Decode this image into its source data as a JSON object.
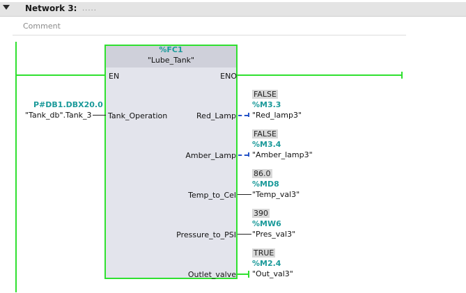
{
  "network": {
    "title": "Network 3:",
    "dots": ".....",
    "comment_placeholder": "Comment"
  },
  "block": {
    "address": "%FC1",
    "name": "\"Lube_Tank\"",
    "en": "EN",
    "eno": "ENO",
    "input_pin": "Tank_Operation",
    "input_address": "P#DB1.DBX20.0",
    "input_symbol": "\"Tank_db\".Tank_3"
  },
  "outputs": [
    {
      "pin": "Red_Lamp",
      "value": "FALSE",
      "address": "%M3.3",
      "symbol": "\"Red_lamp3\""
    },
    {
      "pin": "Amber_Lamp",
      "value": "FALSE",
      "address": "%M3.4",
      "symbol": "\"Amber_lamp3\""
    },
    {
      "pin": "Temp_to_Cel",
      "value": "86.0",
      "address": "%MD8",
      "symbol": "\"Temp_val3\""
    },
    {
      "pin": "Pressure_to_PSI",
      "value": "390",
      "address": "%MW6",
      "symbol": "\"Pres_val3\""
    },
    {
      "pin": "Outlet_valve",
      "value": "TRUE",
      "address": "%M2.4",
      "symbol": "\"Out_val3\""
    }
  ],
  "colors": {
    "powerflow": "#2fe02f",
    "address": "#1b9a9a",
    "false_link": "#2453c7"
  }
}
